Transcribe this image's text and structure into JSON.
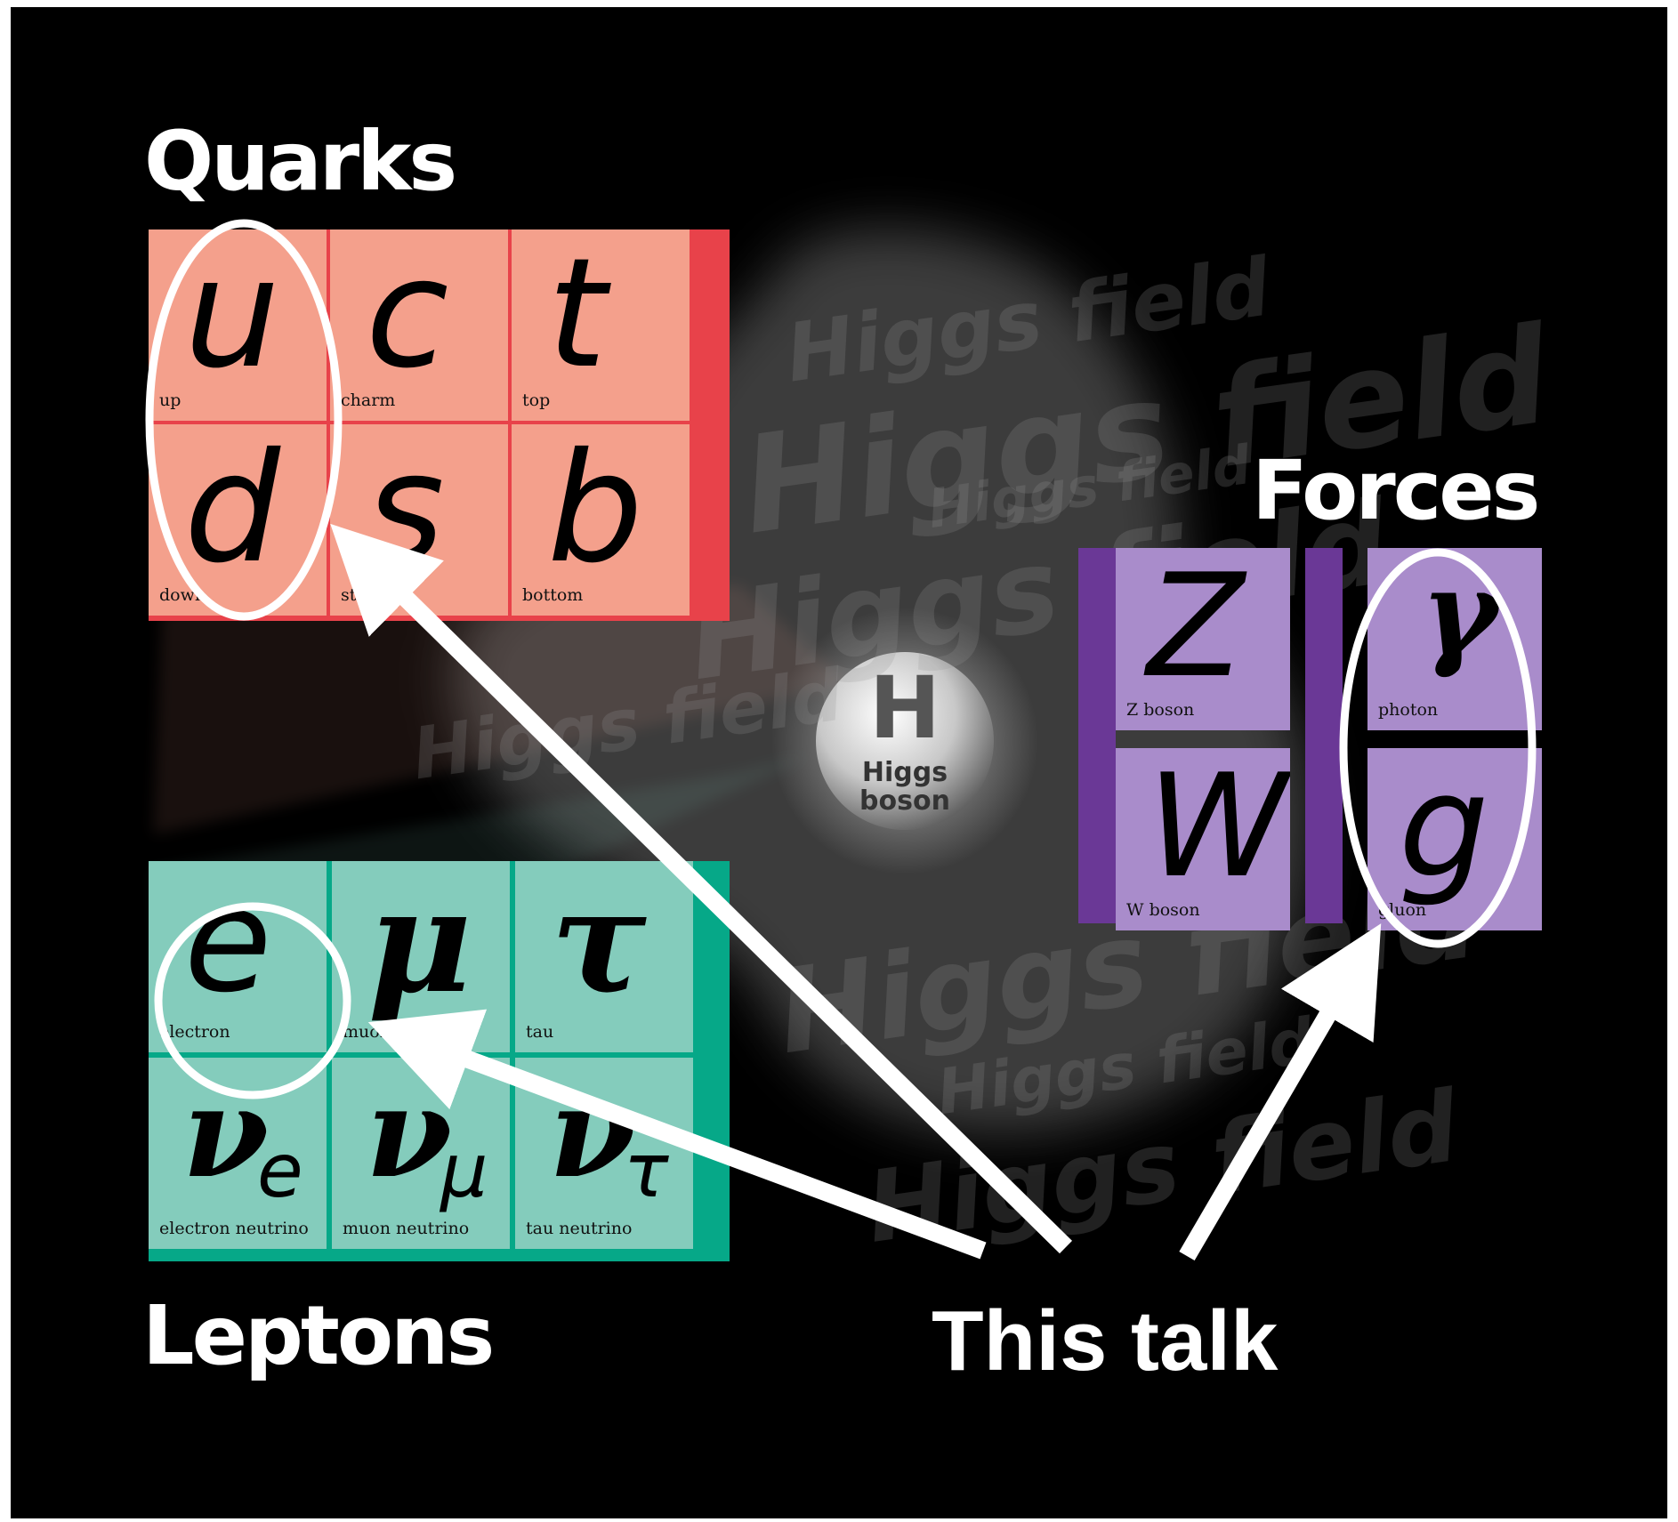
{
  "headings": {
    "quarks": "Quarks",
    "forces": "Forces",
    "leptons": "Leptons"
  },
  "quarks": [
    {
      "symbol": "u",
      "name": "up"
    },
    {
      "symbol": "c",
      "name": "charm"
    },
    {
      "symbol": "t",
      "name": "top"
    },
    {
      "symbol": "d",
      "name": "down"
    },
    {
      "symbol": "s",
      "name": "strange"
    },
    {
      "symbol": "b",
      "name": "bottom"
    }
  ],
  "leptons": [
    {
      "symbol": "e",
      "name": "electron"
    },
    {
      "symbol": "μ",
      "name": "muon"
    },
    {
      "symbol": "τ",
      "name": "tau"
    },
    {
      "symbol": "ν",
      "subscript": "e",
      "name": "electron neutrino"
    },
    {
      "symbol": "ν",
      "subscript": "μ",
      "name": "muon neutrino"
    },
    {
      "symbol": "ν",
      "subscript": "τ",
      "name": "tau neutrino"
    }
  ],
  "forces": [
    {
      "symbol": "Z",
      "name": "Z boson"
    },
    {
      "symbol": "γ",
      "name": "photon"
    },
    {
      "symbol": "W",
      "name": "W boson"
    },
    {
      "symbol": "g",
      "name": "gluon"
    }
  ],
  "higgs": {
    "symbol": "H",
    "line1": "Higgs",
    "line2": "boson",
    "field_text": "Higgs field"
  },
  "annotation": {
    "label": "This talk"
  },
  "colors": {
    "background": "#000000",
    "quark_face": "#f4a08c",
    "quark_side": "#e8424a",
    "lepton_face": "#84ccbc",
    "lepton_side": "#06a888",
    "force_face": "#a98ccb",
    "force_side": "#6a3896",
    "annotation": "#ffffff"
  }
}
